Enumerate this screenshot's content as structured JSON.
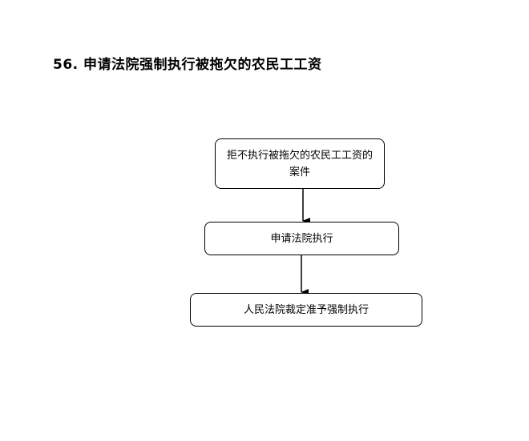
{
  "title": "56. 申请法院强制执行被拖欠的农民工工资",
  "flowchart": {
    "nodes": [
      {
        "id": "node1",
        "label": "拒不执行被拖欠的农民工工资的案件"
      },
      {
        "id": "node2",
        "label": "申请法院执行"
      },
      {
        "id": "node3",
        "label": "人民法院裁定准予强制执行"
      }
    ],
    "edges": [
      {
        "from": "node1",
        "to": "node2"
      },
      {
        "from": "node2",
        "to": "node3"
      }
    ]
  }
}
